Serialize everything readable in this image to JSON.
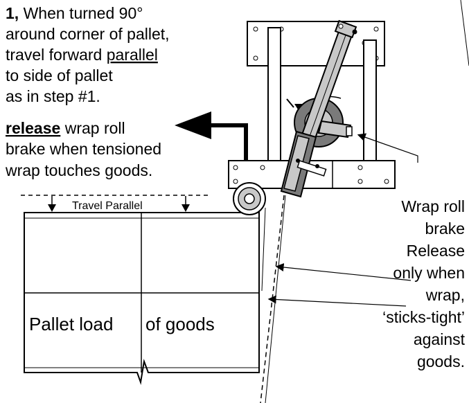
{
  "instruction": {
    "step_prefix": "1,",
    "line1_rest": " When turned 90°",
    "line2": "around corner of pallet,",
    "line3_pre": "travel forward ",
    "line3_emph": "parallel",
    "line4": "to side of pallet",
    "line5": "as in step #1.",
    "line6_emph": "release",
    "line6_rest": " wrap roll",
    "line7": "brake when tensioned",
    "line8": "wrap touches goods."
  },
  "travel_label": "Travel Parallel",
  "pallet": {
    "label_left": "Pallet load",
    "label_right": "of goods"
  },
  "brake_note": [
    "Wrap roll",
    "brake",
    "Release",
    "only when",
    "wrap,",
    "‘sticks-tight’",
    "against",
    "goods."
  ],
  "colors": {
    "ink": "#000000",
    "metal": "#c8c8c8",
    "dark_metal": "#7a7a7a",
    "paper": "#ffffff"
  }
}
